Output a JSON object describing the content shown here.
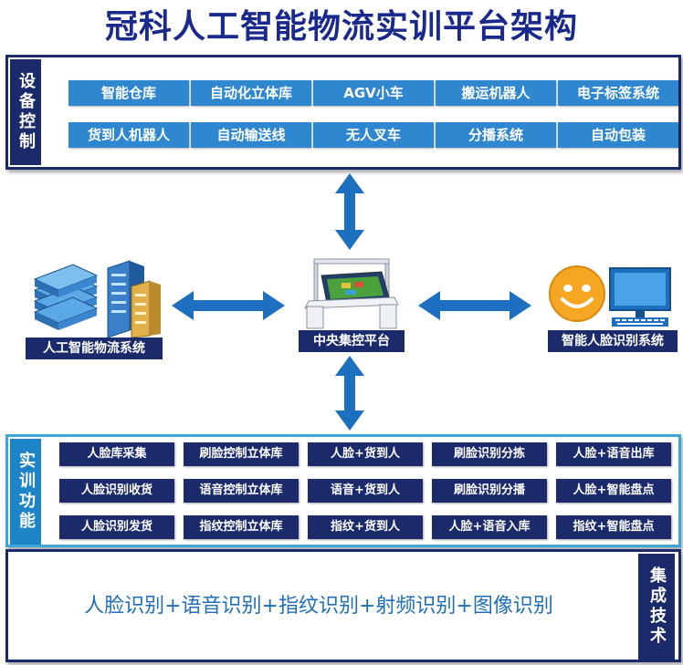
{
  "title": "冠科人工智能物流实训平台架构",
  "device_control": {
    "label": "设备控制",
    "items": [
      "智能仓库",
      "自动化立体库",
      "AGV小车",
      "搬运机器人",
      "电子标签系统",
      "货到人机器人",
      "自动输送线",
      "无人叉车",
      "分播系统",
      "自动包装"
    ]
  },
  "nodes": {
    "left": "人工智能物流系统",
    "center": "中央集控平台",
    "right": "智能人脸识别系统"
  },
  "training": {
    "label": "实训功能",
    "items": [
      "人脸库采集",
      "刷脸控制立体库",
      "人脸+货到人",
      "刷脸识别分拣",
      "人脸+语音出库",
      "人脸识别收货",
      "语音控制立体库",
      "语音+货到人",
      "刷脸识别分播",
      "人脸+智能盘点",
      "人脸识别发货",
      "指纹控制立体库",
      "指纹+货到人",
      "人脸+语音入库",
      "指纹+智能盘点"
    ]
  },
  "integration": {
    "label": "集成技术",
    "text": "人脸识别+语音识别+指纹识别+射频识别+图像识别"
  },
  "colors": {
    "navy": "#1b2a6b",
    "blue_button": "#2f87d0",
    "arrow_blue": "#1d6fc0",
    "title": "#1a2a8c"
  }
}
